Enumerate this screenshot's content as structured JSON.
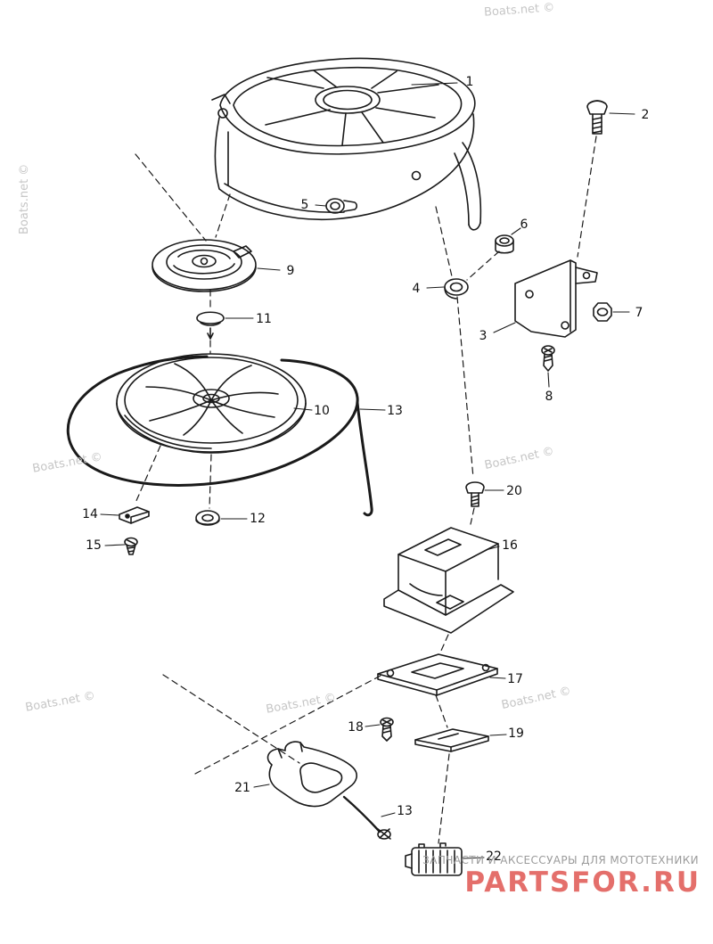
{
  "watermark": {
    "text": "Boats.net ©",
    "color": "#c6c6c6"
  },
  "footer": {
    "tagline": "ЗАПЧАСТИ И АКСЕССУАРЫ ДЛЯ МОТОТЕХНИКИ",
    "brand": "PARTSFOR.RU",
    "tagline_color": "#9b9b9b",
    "brand_color": "#e46f6b"
  },
  "diagram": {
    "type": "exploded-parts-diagram",
    "subject": "recoil starter assembly",
    "line_color": "#1a1a1a",
    "callouts": [
      "1",
      "2",
      "5",
      "6",
      "9",
      "4",
      "3",
      "7",
      "8",
      "11",
      "10",
      "13",
      "14",
      "12",
      "15",
      "20",
      "16",
      "17",
      "18",
      "19",
      "21",
      "13",
      "22"
    ]
  }
}
